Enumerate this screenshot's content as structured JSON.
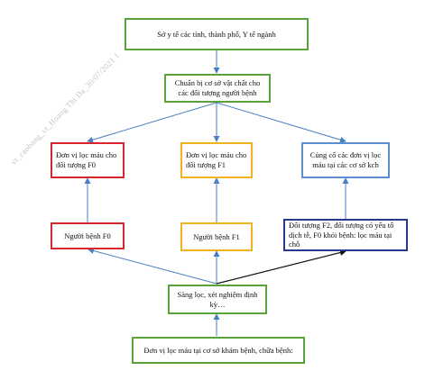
{
  "watermark": "vt_caobang_vt_Hoang Thi Da_30/07/2021 1",
  "nodes": {
    "top": "Sở y tế các tỉnh, thành phố, Y tế ngành",
    "prepare": "Chuẩn bị cơ sở vật chất cho các đối tượng người bệnh",
    "unit_f0": "Đơn vị lọc máu cho đối tượng F0",
    "unit_f1": "Đơn vị lọc máu cho đối tượng F1",
    "consolidate": "Củng cố các đơn vị lọc máu tại các cơ sở kcb",
    "patient_f0": "Người bệnh F0",
    "patient_f1": "Người bệnh F1",
    "f2_group": "Đối tượng F2, đối tượng có yếu tố dịch tễ, F0 khỏi bệnh: lọc máu tại chỗ",
    "screening": "Sàng lọc, xét nghiệm định kỳ…",
    "bottom": "Đơn vị lọc máu tại cơ sở khám bệnh, chữa bệnh:"
  },
  "colors": {
    "green": "#5aa23a",
    "red": "#d8262c",
    "yellow": "#f2b320",
    "blue": "#5b8fd0",
    "navy": "#263a8f",
    "arrow_blue": "#4a7fc4",
    "arrow_black": "#111111"
  }
}
